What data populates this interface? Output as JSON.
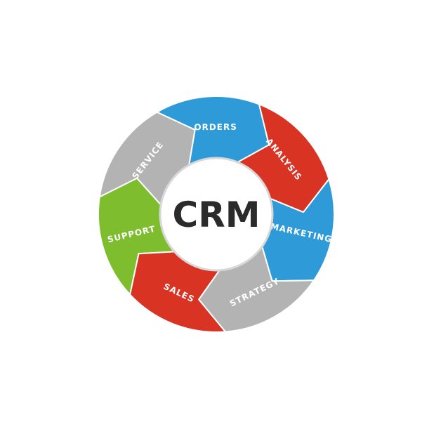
{
  "center": {
    "label": "CRM",
    "text_color": "#2b2b2b",
    "fill": "#ffffff",
    "border": "#d8d8d8"
  },
  "segments": [
    {
      "id": "support",
      "label": "SUPPORT",
      "color": "#7dbd2e"
    },
    {
      "id": "service",
      "label": "SERVICE",
      "color": "#b3b3b3"
    },
    {
      "id": "orders",
      "label": "ORDERS",
      "color": "#2e9ad8"
    },
    {
      "id": "analysis",
      "label": "ANALYSIS",
      "color": "#d93324"
    },
    {
      "id": "marketing",
      "label": "MARKETING",
      "color": "#2e9ad8"
    },
    {
      "id": "strategy",
      "label": "STRATEGY",
      "color": "#b3b3b3"
    },
    {
      "id": "sales",
      "label": "SALES",
      "color": "#d93324"
    }
  ]
}
